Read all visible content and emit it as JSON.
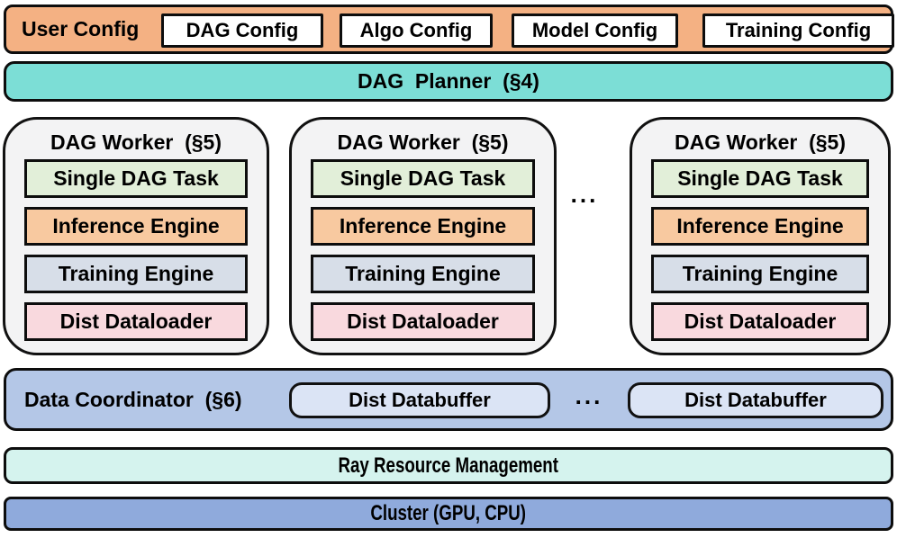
{
  "user_config": {
    "label": "User Config",
    "items": [
      {
        "label": "DAG Config"
      },
      {
        "label": "Algo Config"
      },
      {
        "label": "Model Config"
      },
      {
        "label": "Training Config"
      }
    ]
  },
  "dag_planner": {
    "label": "DAG  Planner  (§4)"
  },
  "workers": {
    "title": "DAG Worker  (§5)",
    "count_shown": 3,
    "ellipsis": "...",
    "components": [
      {
        "label": "Single DAG Task",
        "color": "#E2EFD9"
      },
      {
        "label": "Inference Engine",
        "color": "#F8C9A0"
      },
      {
        "label": "Training Engine",
        "color": "#D7DEE8"
      },
      {
        "label": "Dist Dataloader",
        "color": "#F9D9DE"
      }
    ]
  },
  "data_coordinator": {
    "label": "Data Coordinator  (§6)",
    "ellipsis": "...",
    "buffers": [
      {
        "label": "Dist Databuffer"
      },
      {
        "label": "Dist Databuffer"
      }
    ]
  },
  "ray": {
    "label": "Ray Resource Management"
  },
  "cluster": {
    "label": "Cluster (GPU, CPU)"
  },
  "palette": {
    "user_config_orange": "#F4B183",
    "planner_teal": "#7CDED6",
    "worker_gray": "#F3F3F4",
    "task_green": "#E2EFD9",
    "inference_orange": "#F8C9A0",
    "training_blue_gray": "#D7DEE8",
    "dataloader_pink": "#F9D9DE",
    "coordinator_blue": "#B4C7E7",
    "databuffer_light_blue": "#DBE4F5",
    "ray_mint": "#D5F3EE",
    "cluster_blue": "#8FAADC",
    "border_black": "#0d0d0d"
  }
}
